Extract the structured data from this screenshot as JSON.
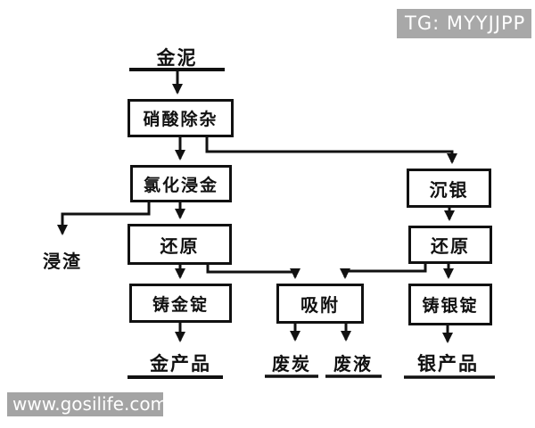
{
  "colors": {
    "background": "#ffffff",
    "line": "#111111",
    "watermark_bg": "#a8a8a8",
    "watermark_text": "#ffffff"
  },
  "badge": {
    "text": "TG: MYYJJPP"
  },
  "footer": {
    "text": "www.gosilife.com"
  },
  "flow": {
    "nodes": {
      "gold_mud": {
        "label": "金泥"
      },
      "nitric_removal": {
        "label": "硝酸除杂"
      },
      "chloride_leach": {
        "label": "氯化浸金"
      },
      "reduction_gold": {
        "label": "还原"
      },
      "cast_gold_ingot": {
        "label": "铸金锭"
      },
      "adsorption": {
        "label": "吸附"
      },
      "silver_precipitation": {
        "label": "沉银"
      },
      "reduction_silver": {
        "label": "还原"
      },
      "cast_silver_ingot": {
        "label": "铸银锭"
      },
      "leach_residue": {
        "label": "浸渣"
      },
      "gold_product": {
        "label": "金产品"
      },
      "waste_carbon": {
        "label": "废炭"
      },
      "waste_liquid": {
        "label": "废液"
      },
      "silver_product": {
        "label": "银产品"
      }
    },
    "edges": [
      {
        "from": "gold_mud",
        "to": "nitric_removal"
      },
      {
        "from": "nitric_removal",
        "to": "chloride_leach"
      },
      {
        "from": "nitric_removal",
        "to": "silver_precipitation"
      },
      {
        "from": "chloride_leach",
        "to": "leach_residue"
      },
      {
        "from": "chloride_leach",
        "to": "reduction_gold"
      },
      {
        "from": "reduction_gold",
        "to": "cast_gold_ingot"
      },
      {
        "from": "reduction_gold",
        "to": "adsorption"
      },
      {
        "from": "cast_gold_ingot",
        "to": "gold_product"
      },
      {
        "from": "silver_precipitation",
        "to": "reduction_silver"
      },
      {
        "from": "reduction_silver",
        "to": "adsorption"
      },
      {
        "from": "reduction_silver",
        "to": "cast_silver_ingot"
      },
      {
        "from": "cast_silver_ingot",
        "to": "silver_product"
      },
      {
        "from": "adsorption",
        "to": "waste_carbon"
      },
      {
        "from": "adsorption",
        "to": "waste_liquid"
      }
    ]
  }
}
